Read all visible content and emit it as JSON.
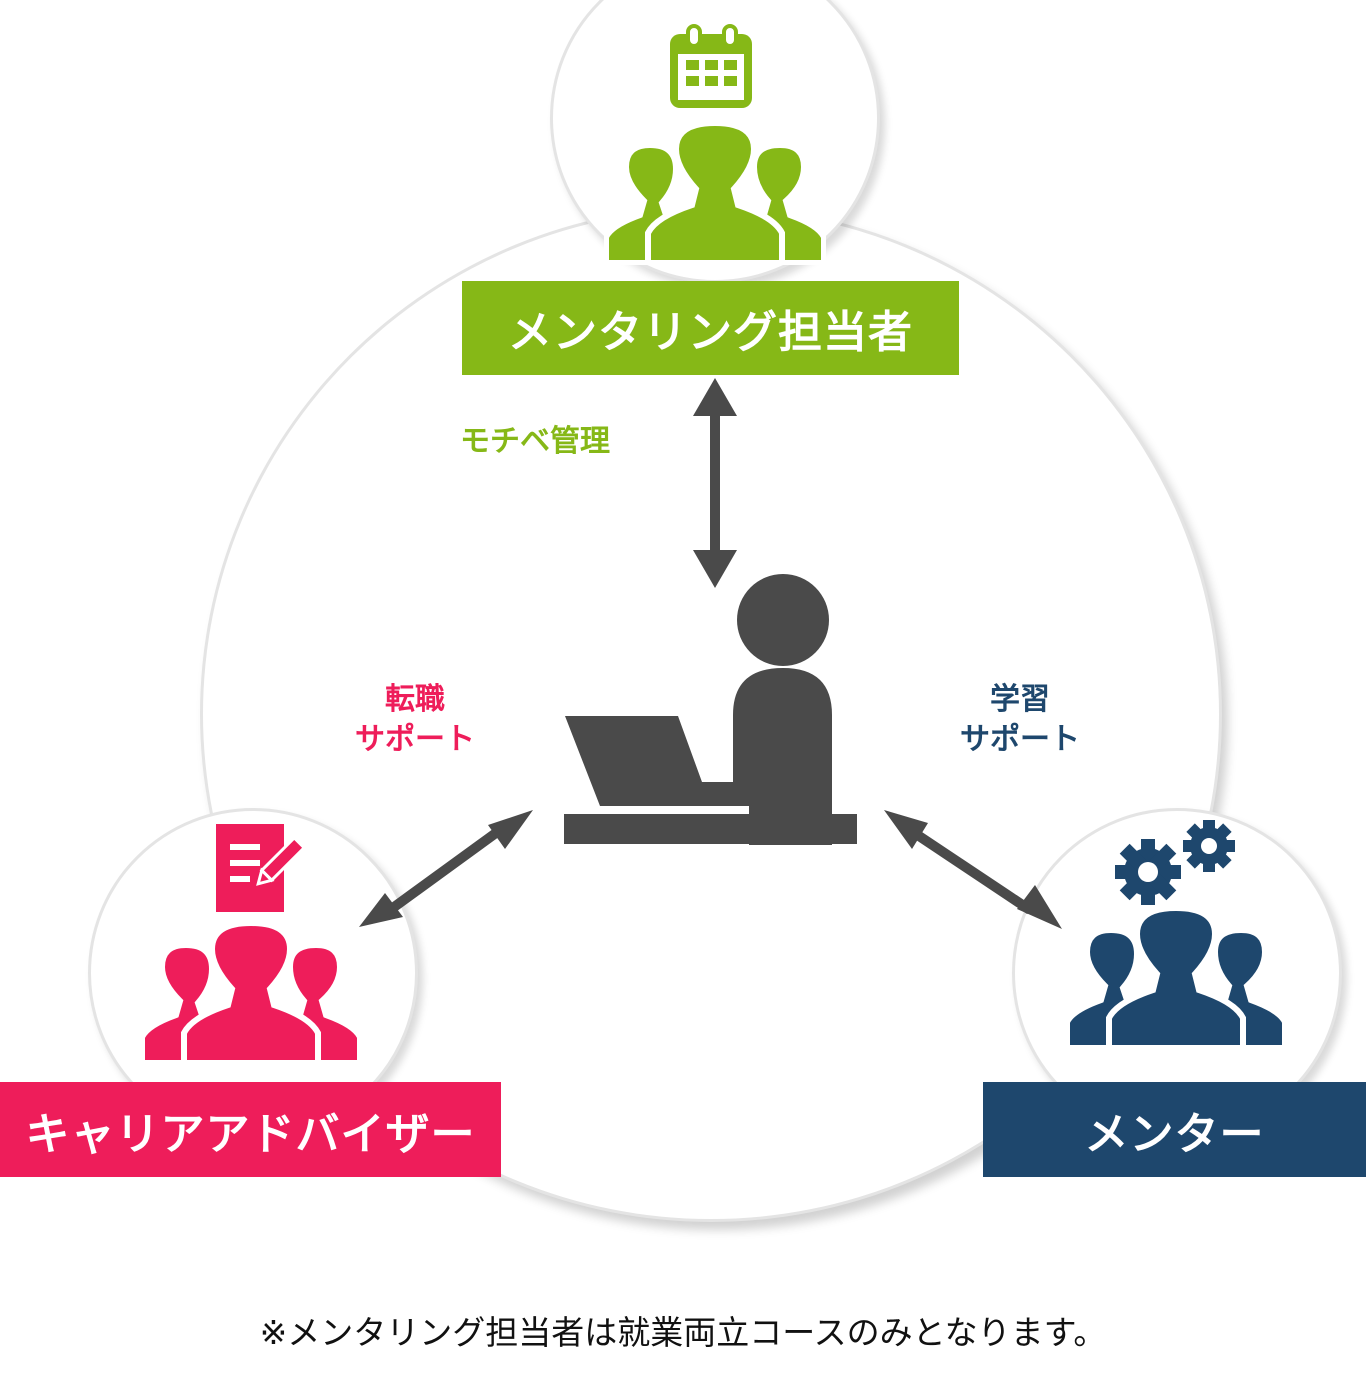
{
  "colors": {
    "green": "#86b817",
    "pink": "#ee1d5a",
    "navy": "#1e476d",
    "dark": "#4a4a4a",
    "ring": "#e4e4e4"
  },
  "nodes": {
    "top": {
      "label": "メンタリング担当者",
      "icon": "calendar-icon",
      "group_icon": "people-group-icon",
      "color": "#86b817"
    },
    "left": {
      "label": "キャリアアドバイザー",
      "icon": "document-edit-icon",
      "group_icon": "people-group-icon",
      "color": "#ee1d5a"
    },
    "right": {
      "label": "メンター",
      "icon": "gears-icon",
      "group_icon": "people-group-icon",
      "color": "#1e476d"
    }
  },
  "center": {
    "icon": "person-at-laptop-icon"
  },
  "relations": {
    "top": {
      "text": "モチベ管理"
    },
    "left": {
      "line1": "転職",
      "line2": "サポート"
    },
    "right": {
      "line1": "学習",
      "line2": "サポート"
    }
  },
  "footnote": "※メンタリング担当者は就業両立コースのみとなります。"
}
